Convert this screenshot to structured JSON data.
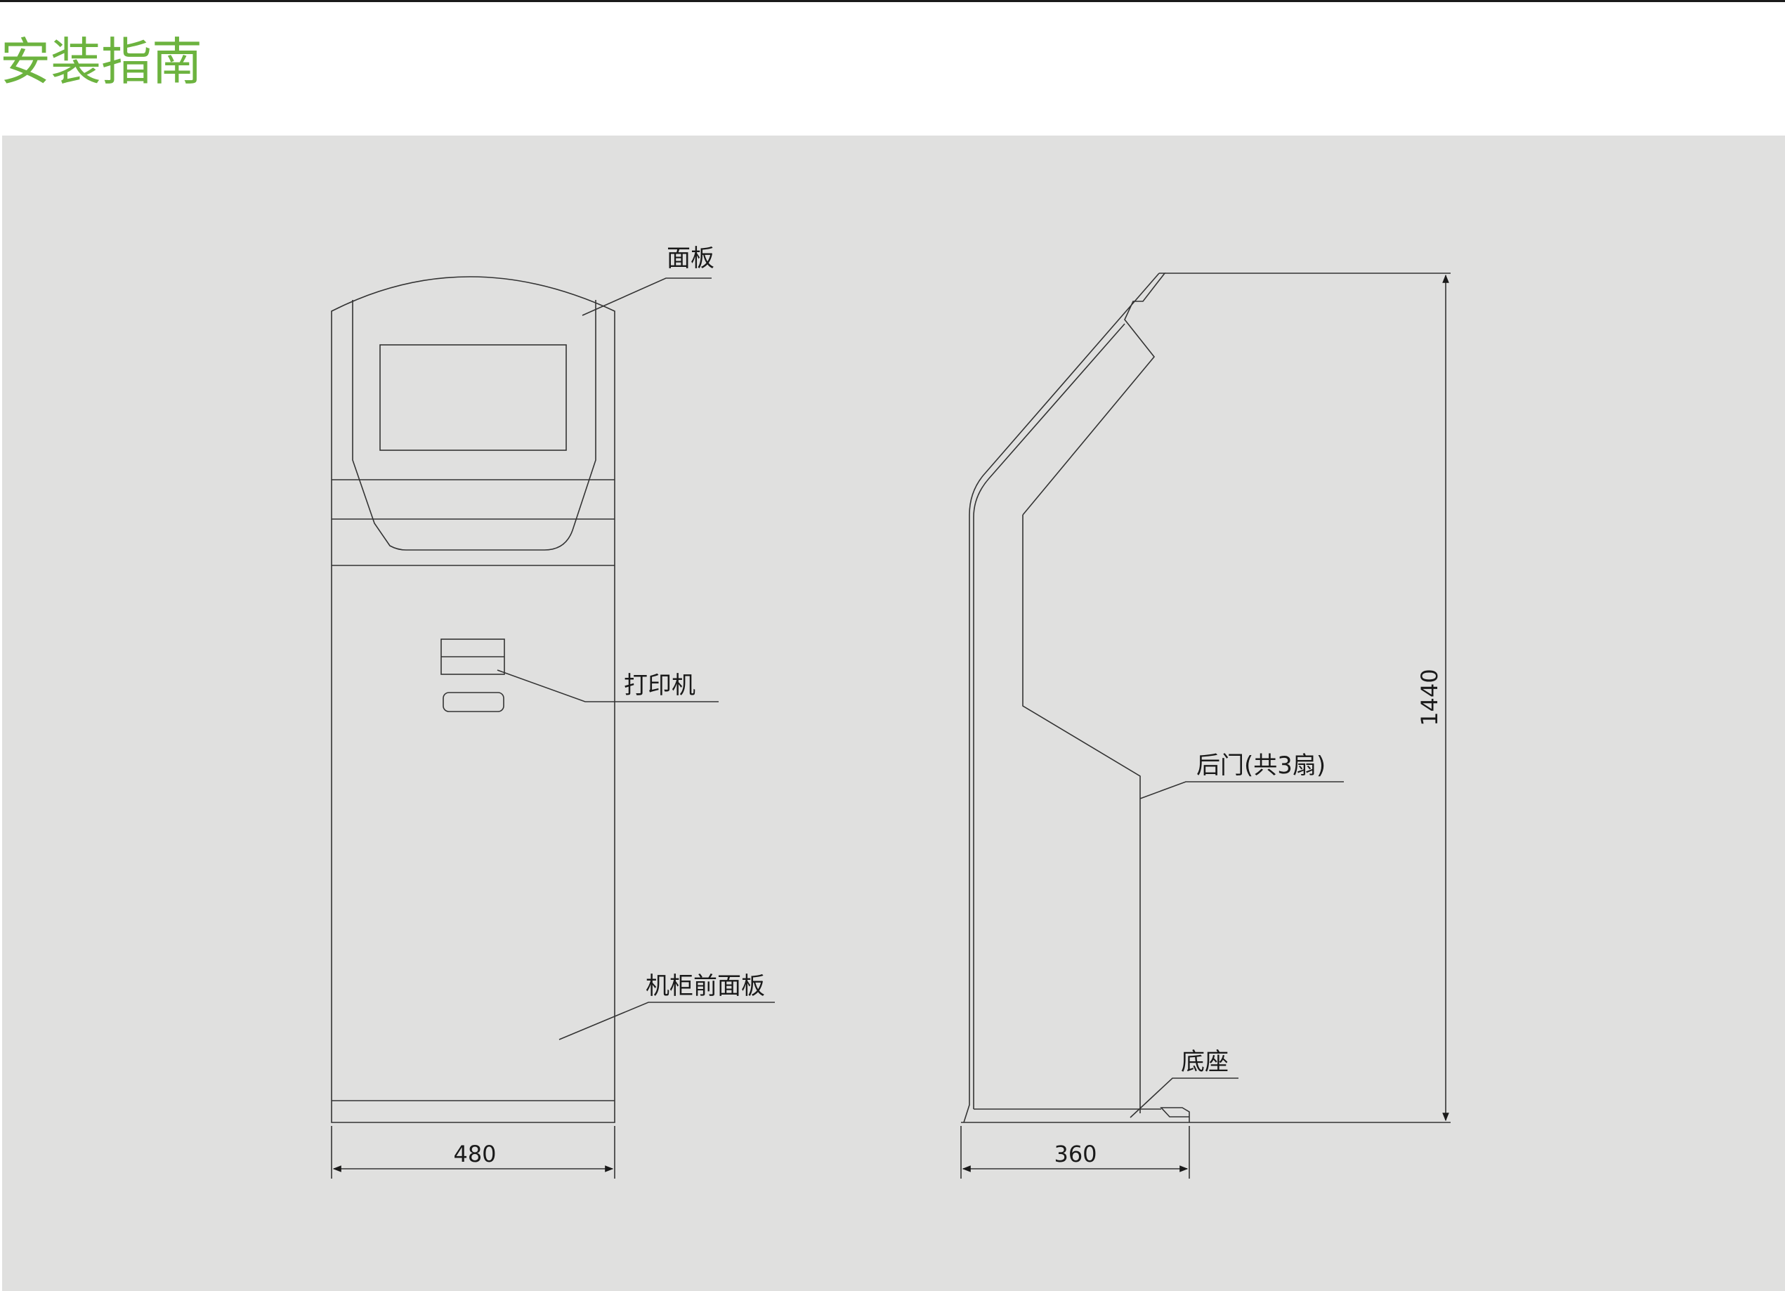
{
  "title": "安装指南",
  "colors": {
    "title": "#6cb33f",
    "panel_background": "#e0e0df",
    "line": "#333333",
    "top_rule": "#1a1a1a"
  },
  "front_view": {
    "labels": {
      "panel": "面板",
      "printer": "打印机",
      "cabinet_front_panel": "机柜前面板"
    },
    "width_dimension": "480"
  },
  "side_view": {
    "labels": {
      "rear_door": "后门(共3扇)",
      "base": "底座"
    },
    "depth_dimension": "360",
    "height_dimension": "1440"
  }
}
